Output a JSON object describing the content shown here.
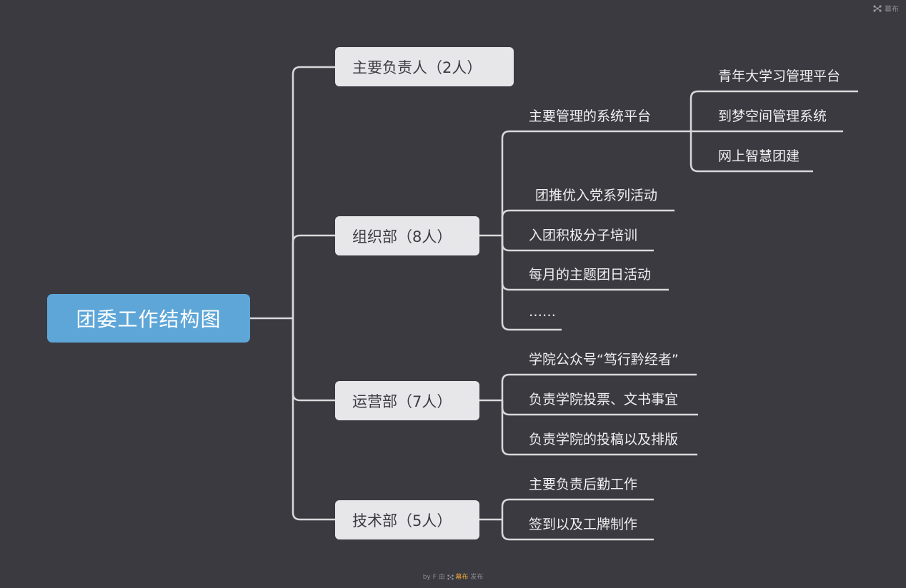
{
  "brand": {
    "icon": "mubu-logo-icon",
    "name": "幕布"
  },
  "root": {
    "label": "团委工作结构图",
    "color": "#5ea6d8"
  },
  "branches": [
    {
      "label": "主要负责人（2人）",
      "children": []
    },
    {
      "label": "组织部（8人）",
      "children": [
        {
          "label": "主要管理的系统平台",
          "children": [
            {
              "label": "青年大学习管理平台"
            },
            {
              "label": "到梦空间管理系统"
            },
            {
              "label": "网上智慧团建"
            }
          ]
        },
        {
          "label": "团推优入党系列活动"
        },
        {
          "label": "入团积极分子培训"
        },
        {
          "label": "每月的主题团日活动"
        },
        {
          "label": "……"
        }
      ]
    },
    {
      "label": "运营部（7人）",
      "children": [
        {
          "label": "学院公众号“笃行黔经者”"
        },
        {
          "label": "负责学院投票、文书事宜"
        },
        {
          "label": "负责学院的投稿以及排版"
        }
      ]
    },
    {
      "label": "技术部（5人）",
      "children": [
        {
          "label": "主要负责后勤工作"
        },
        {
          "label": "签到以及工牌制作"
        }
      ]
    }
  ],
  "footer": {
    "prefix": "by F 由",
    "brand": "幕布",
    "suffix": "发布",
    "accent_color": "#e8a33a"
  },
  "colors": {
    "background": "#3a3a40",
    "node_fill": "#e7e7ea",
    "line": "#d9d9dc"
  }
}
